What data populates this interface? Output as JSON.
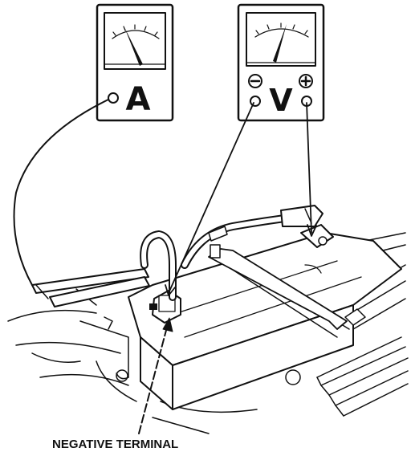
{
  "ammeter": {
    "letter": "A"
  },
  "voltmeter": {
    "letter": "V",
    "negative_symbol": "⊖",
    "positive_symbol": "⊕"
  },
  "caption": "NEGATIVE TERMINAL"
}
